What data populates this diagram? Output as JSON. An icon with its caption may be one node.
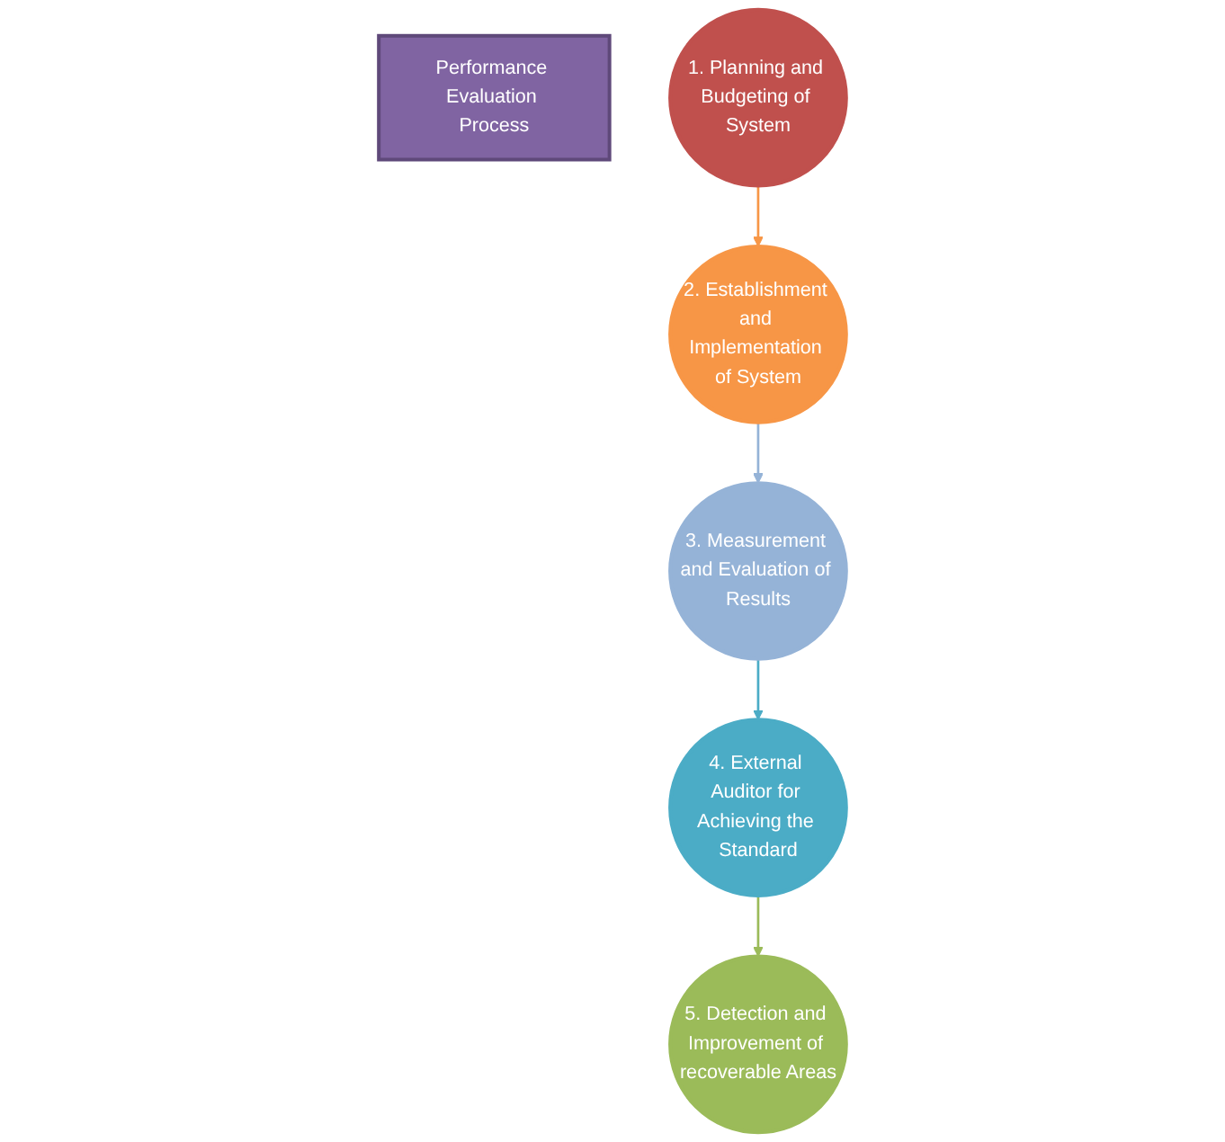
{
  "diagram": {
    "nodes": [
      {
        "text": [
          "Performance Evaluation Process"
        ]
      },
      {
        "text": [
          "1. Planning and Budgeting of System"
        ]
      },
      {
        "text": [
          "2. Establishment and Implementation of System"
        ]
      },
      {
        "text": [
          "3. Measurement and Evaluation of Results"
        ]
      },
      {
        "text": [
          "4. External Auditor for Achieving the Standard"
        ]
      },
      {
        "text": [
          "5. Detection and Improvement of recoverable Areas"
        ]
      }
    ],
    "edges": [
      {
        "from": 1,
        "to": 2,
        "arrow": "to",
        "color": "#f79646"
      },
      {
        "from": 2,
        "to": 3,
        "arrow": "to",
        "color": "#95b3d7"
      },
      {
        "from": 3,
        "to": 4,
        "arrow": "to",
        "color": "#4bacc6"
      },
      {
        "from": 4,
        "to": 5,
        "arrow": "to",
        "color": "#9bbb59"
      }
    ]
  }
}
